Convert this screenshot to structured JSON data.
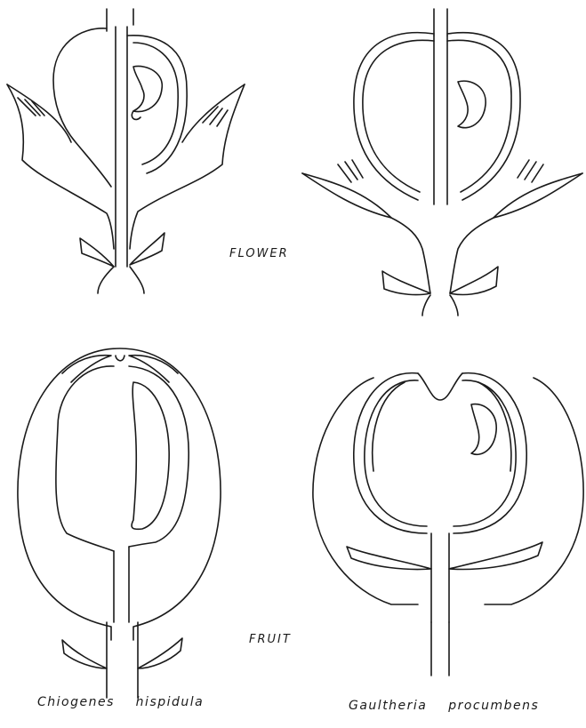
{
  "labels": {
    "flower": "FLOWER",
    "fruit": "FRUIT",
    "species_left": "Chiogenes    hispidula",
    "species_right": "Gaultheria    procumbens"
  },
  "colors": {
    "ink": "#1a1a1a",
    "paper": "#ffffff"
  }
}
